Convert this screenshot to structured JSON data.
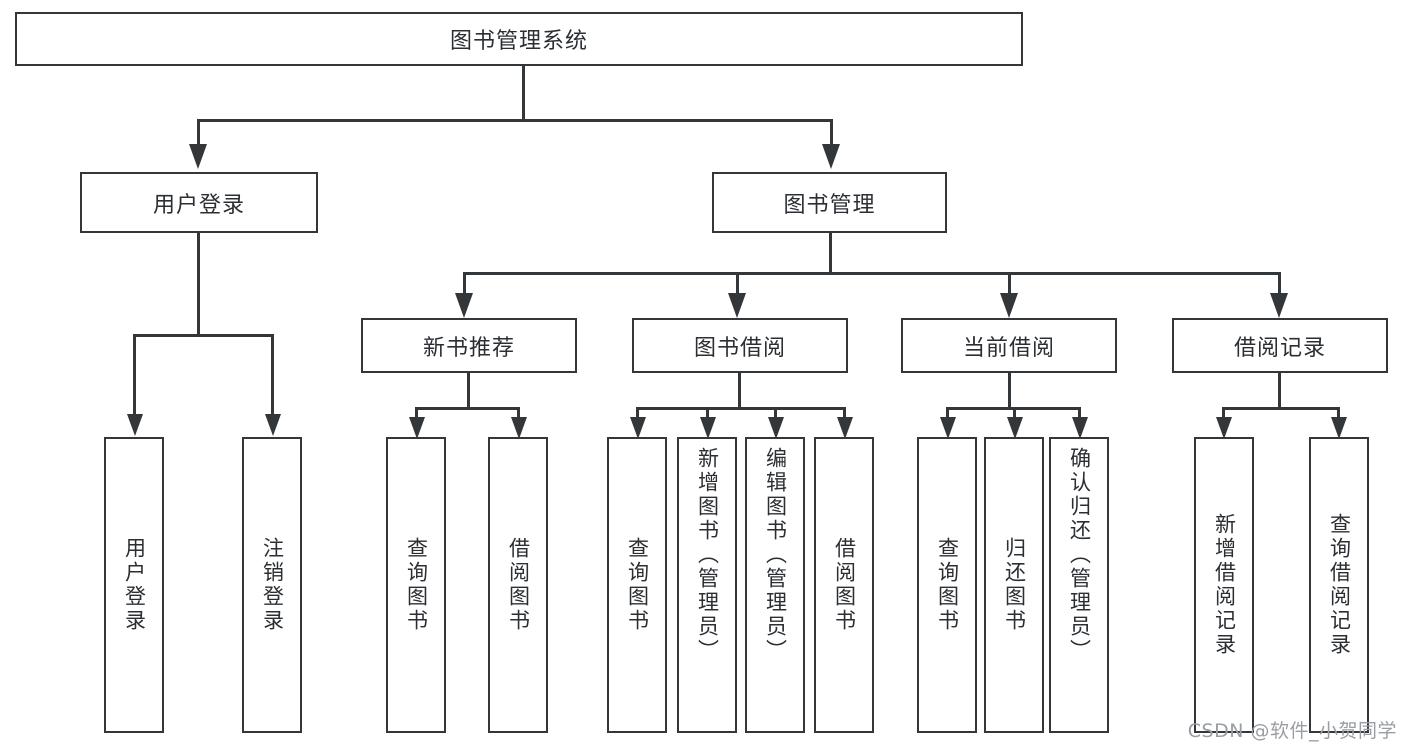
{
  "diagram": {
    "type": "tree",
    "title": "图书管理系统",
    "watermark": "CSDN @软件_小贺同学",
    "root": {
      "label": "图书管理系统"
    },
    "level1": [
      {
        "label": "用户登录"
      },
      {
        "label": "图书管理"
      }
    ],
    "level2": [
      {
        "label": "新书推荐"
      },
      {
        "label": "图书借阅"
      },
      {
        "label": "当前借阅"
      },
      {
        "label": "借阅记录"
      }
    ],
    "leaves": {
      "user_login": [
        {
          "label": "用户登录"
        },
        {
          "label": "注销登录"
        }
      ],
      "new_book": [
        {
          "label": "查询图书"
        },
        {
          "label": "借阅图书"
        }
      ],
      "book_borrow": [
        {
          "label": "查询图书"
        },
        {
          "label": "新增图书（管理员）"
        },
        {
          "label": "编辑图书（管理员）"
        },
        {
          "label": "借阅图书"
        }
      ],
      "current_borrow": [
        {
          "label": "查询图书"
        },
        {
          "label": "归还图书"
        },
        {
          "label": "确认归还（管理员）"
        }
      ],
      "borrow_record": [
        {
          "label": "新增借阅记录"
        },
        {
          "label": "查询借阅记录"
        }
      ]
    },
    "colors": {
      "stroke": "#33373a",
      "fill": "#ffffff",
      "text": "#2b2f33",
      "watermark": "#9a9da1"
    }
  }
}
